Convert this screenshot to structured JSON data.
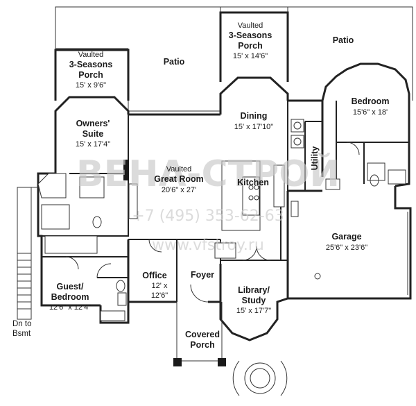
{
  "rooms": {
    "porch_center": {
      "line1": "Vaulted",
      "line2": "3-Seasons",
      "line3": "Porch",
      "dims": "15' x 14'6\""
    },
    "porch_left": {
      "line1": "Vaulted",
      "line2": "3-Seasons",
      "line3": "Porch",
      "dims": "15' x 9'6\""
    },
    "patio_left": {
      "name": "Patio"
    },
    "patio_right": {
      "name": "Patio"
    },
    "bedroom": {
      "name": "Bedroom",
      "dims": "15'6\" x 18'"
    },
    "owners_suite": {
      "line1": "Owners'",
      "line2": "Suite",
      "dims": "15' x 17'4\""
    },
    "dining": {
      "name": "Dining",
      "dims": "15' x 17'10\""
    },
    "great_room": {
      "line1": "Vaulted",
      "line2": "Great Room",
      "dims": "20'6\" x 27'"
    },
    "kitchen": {
      "name": "Kitchen"
    },
    "utility": {
      "name": "Utility"
    },
    "garage": {
      "name": "Garage",
      "dims": "25'6\" x 23'6\""
    },
    "guest_bedroom": {
      "line1": "Guest/",
      "line2": "Bedroom",
      "dims": "12'6\" x 12'4\""
    },
    "office": {
      "name": "Office",
      "dims1": "12' x",
      "dims2": "12'6\""
    },
    "foyer": {
      "name": "Foyer"
    },
    "library": {
      "line1": "Library/",
      "line2": "Study",
      "dims": "15' x 17'7\""
    },
    "covered_porch": {
      "line1": "Covered",
      "line2": "Porch"
    }
  },
  "stairs_note": {
    "line1": "Dn to",
    "line2": "Bsmt"
  },
  "watermark": {
    "phone": "+7 (495) 353-62-63",
    "site": "www.vfstroy.ru"
  }
}
